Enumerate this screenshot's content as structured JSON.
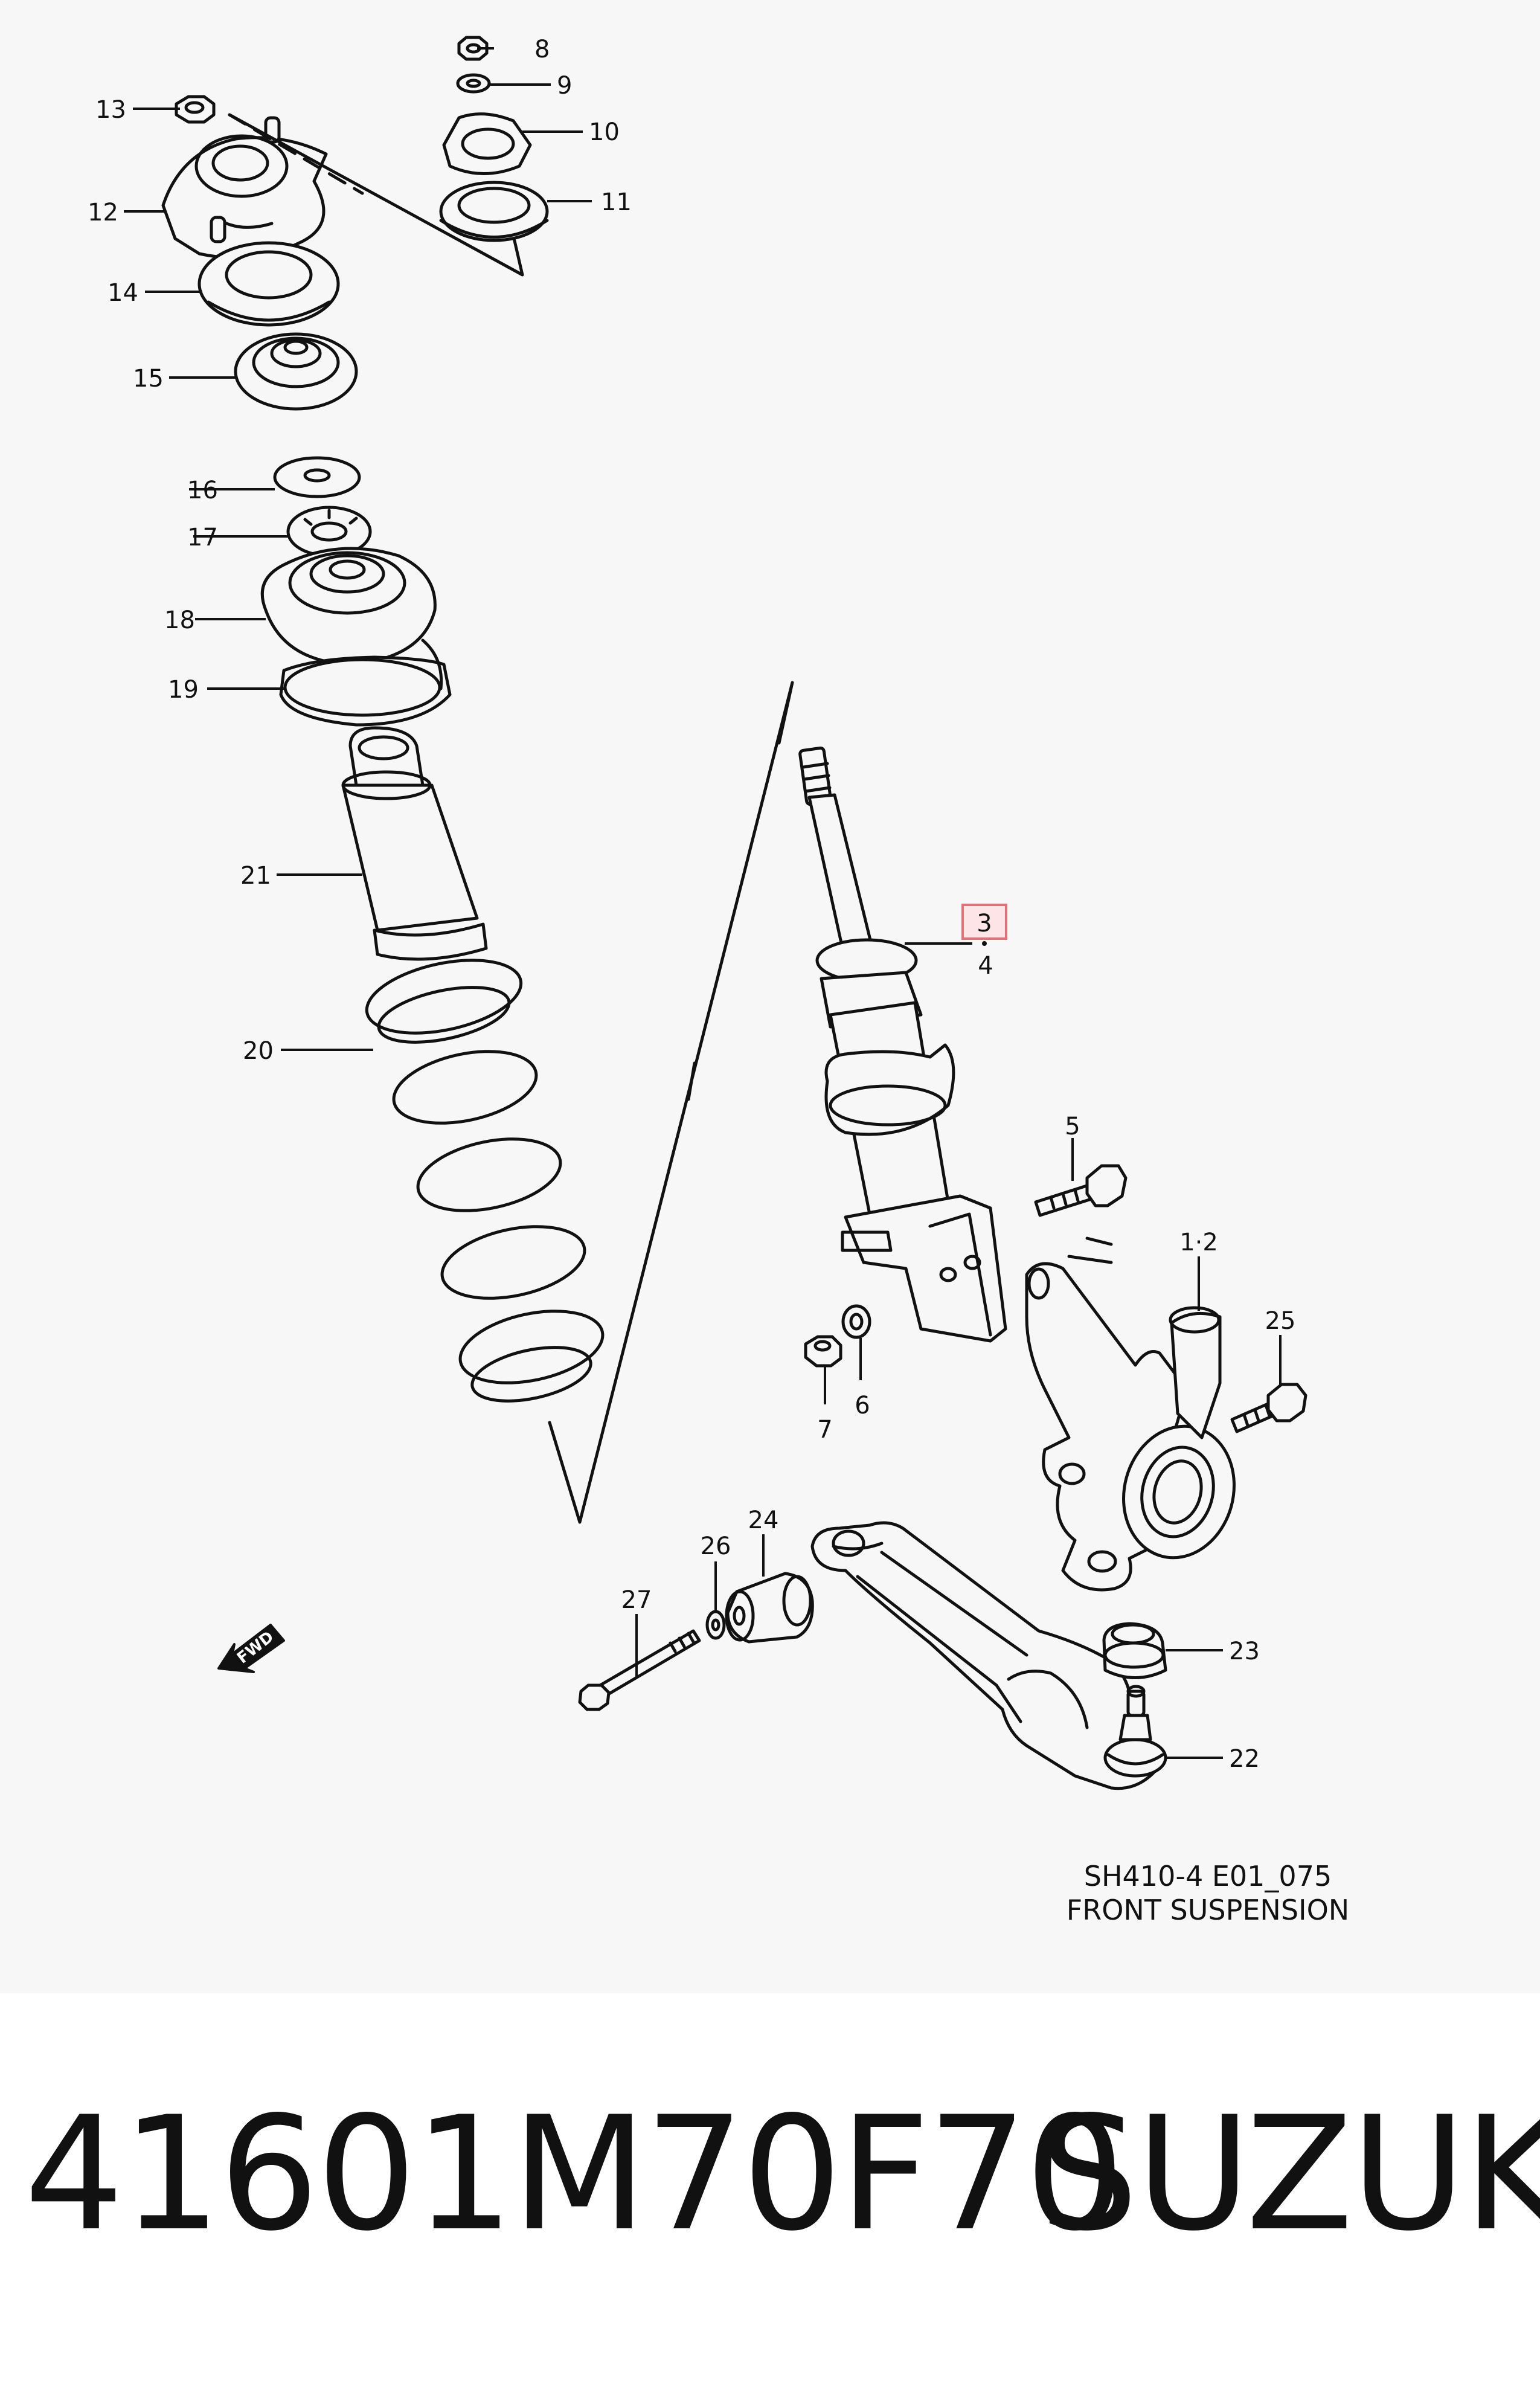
{
  "diagram": {
    "callouts": [
      {
        "id": "c1",
        "label": "1·2"
      },
      {
        "id": "c3",
        "label": "3",
        "highlighted": true
      },
      {
        "id": "c4",
        "label": "4"
      },
      {
        "id": "c5",
        "label": "5"
      },
      {
        "id": "c6",
        "label": "6"
      },
      {
        "id": "c7",
        "label": "7"
      },
      {
        "id": "c8",
        "label": "8"
      },
      {
        "id": "c9",
        "label": "9"
      },
      {
        "id": "c10",
        "label": "10"
      },
      {
        "id": "c11",
        "label": "11"
      },
      {
        "id": "c12",
        "label": "12"
      },
      {
        "id": "c13",
        "label": "13"
      },
      {
        "id": "c14",
        "label": "14"
      },
      {
        "id": "c15",
        "label": "15"
      },
      {
        "id": "c16",
        "label": "16"
      },
      {
        "id": "c17",
        "label": "17"
      },
      {
        "id": "c18",
        "label": "18"
      },
      {
        "id": "c19",
        "label": "19"
      },
      {
        "id": "c20",
        "label": "20"
      },
      {
        "id": "c21",
        "label": "21"
      },
      {
        "id": "c22",
        "label": "22"
      },
      {
        "id": "c23",
        "label": "23"
      },
      {
        "id": "c24",
        "label": "24"
      },
      {
        "id": "c25",
        "label": "25"
      },
      {
        "id": "c26",
        "label": "26"
      },
      {
        "id": "c27",
        "label": "27"
      }
    ],
    "fwd_label": "FWD",
    "caption_code": "SH410-4 E01_075",
    "caption_title": "FRONT SUSPENSION",
    "highlight_color": "#fde4e6"
  },
  "footer": {
    "part_number": "41601M70F70",
    "brand": "SUZUKI"
  }
}
